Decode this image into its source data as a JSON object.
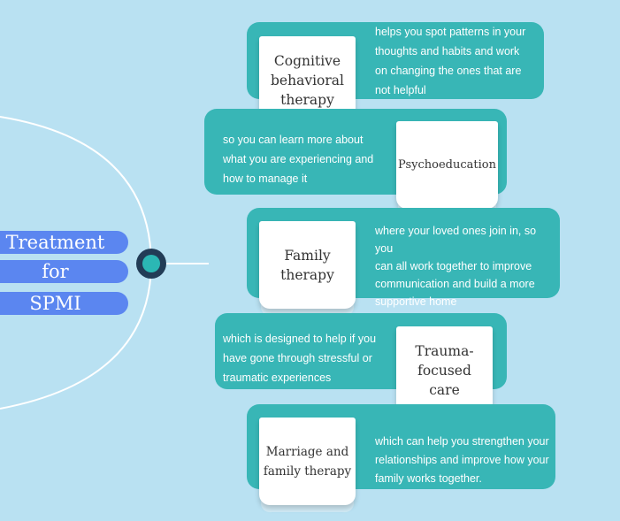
{
  "title_lines": [
    "Treatment",
    "for",
    "SPMI"
  ],
  "colors": {
    "background": "#b9e1f2",
    "band": "#38b6b6",
    "title_pill": "#5b86f0",
    "hub_ring": "#223c56",
    "hub_core": "#2bb7b4",
    "card": "#ffffff"
  },
  "branches": [
    {
      "name": "Cognitive behavioral therapy",
      "name_lines": [
        "Cognitive",
        "behavioral",
        "therapy"
      ],
      "description_lines": [
        "helps you spot patterns in your",
        "thoughts and habits and work",
        "on changing the ones that are",
        "not helpful"
      ]
    },
    {
      "name": "Psychoeducation",
      "name_lines": [
        "Psychoeducation"
      ],
      "description_lines": [
        "so you can learn more about",
        "what you are experiencing and",
        "how to manage it"
      ]
    },
    {
      "name": "Family therapy",
      "name_lines": [
        "Family",
        "therapy"
      ],
      "description_lines": [
        "where your loved ones join in, so you",
        "can all work together to improve",
        "communication and build a more",
        "supportive home"
      ]
    },
    {
      "name": "Trauma-focused care",
      "name_lines": [
        "Trauma-",
        "focused",
        "care"
      ],
      "description_lines": [
        "which is designed to help if you",
        "have gone through stressful or",
        "traumatic experiences"
      ]
    },
    {
      "name": "Marriage and family therapy",
      "name_lines": [
        "Marriage and",
        "family therapy"
      ],
      "description_lines": [
        "which can help you strengthen your",
        "relationships and improve how your",
        "family works together."
      ]
    }
  ]
}
